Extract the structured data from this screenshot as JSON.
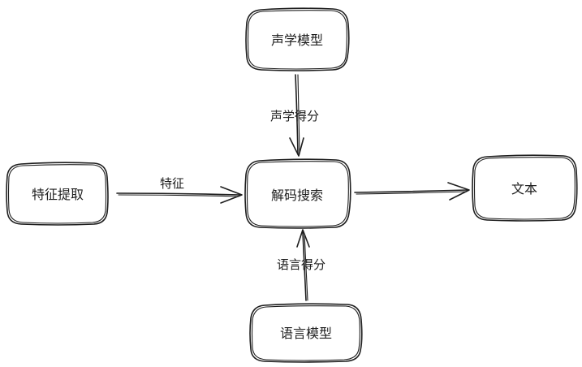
{
  "nodes": {
    "acoustic_model": "声学模型",
    "feature_extraction": "特征提取",
    "decoding_search": "解码搜索",
    "text_output": "文本",
    "language_model": "语言模型"
  },
  "edges": {
    "acoustic_score": "声学得分",
    "features": "特征",
    "language_score": "语言得分"
  }
}
